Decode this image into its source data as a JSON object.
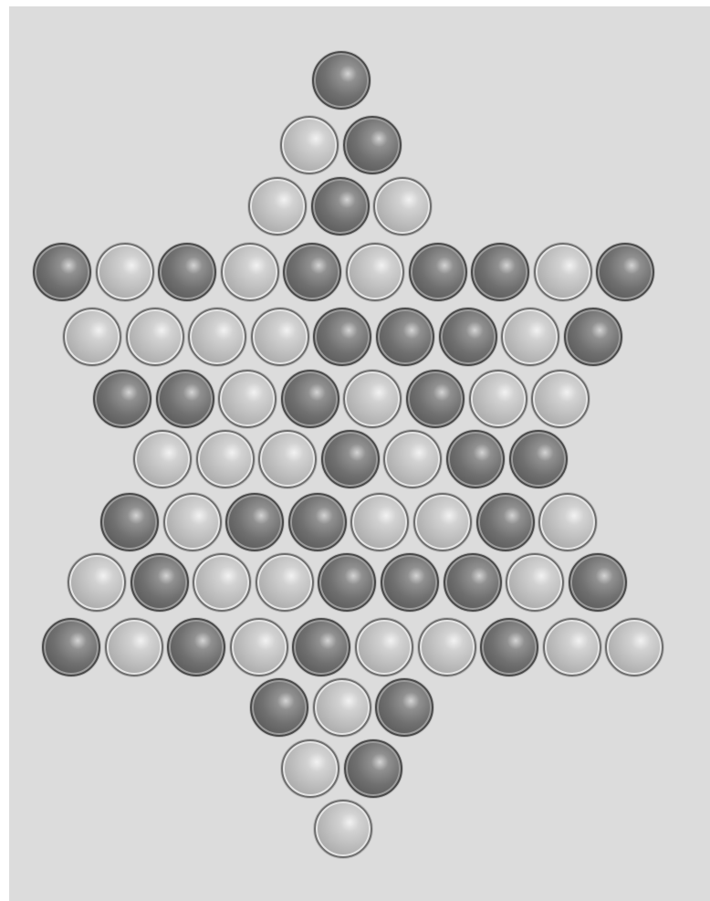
{
  "board": {
    "rows": [
      [
        "D"
      ],
      [
        "L",
        "D"
      ],
      [
        "L",
        "D",
        "L"
      ],
      [
        "D",
        "L",
        "D",
        "L",
        "D",
        "L",
        "D",
        "D",
        "L",
        "D"
      ],
      [
        "L",
        "L",
        "L",
        "L",
        "D",
        "D",
        "D",
        "L",
        "D"
      ],
      [
        "D",
        "D",
        "L",
        "D",
        "L",
        "D",
        "L",
        "L"
      ],
      [
        "L",
        "L",
        "L",
        "D",
        "L",
        "D",
        "D"
      ],
      [
        "D",
        "L",
        "D",
        "D",
        "L",
        "L",
        "D",
        "L"
      ],
      [
        "L",
        "D",
        "L",
        "L",
        "D",
        "D",
        "D",
        "L",
        "D"
      ],
      [
        "D",
        "L",
        "D",
        "L",
        "D",
        "L",
        "L",
        "D",
        "L",
        "L"
      ],
      [
        "D",
        "L",
        "D"
      ],
      [
        "L",
        "D"
      ],
      [
        "L"
      ]
    ],
    "marble_colors": {
      "D": "#6e6e6e",
      "L": "#bdbdbd"
    }
  }
}
